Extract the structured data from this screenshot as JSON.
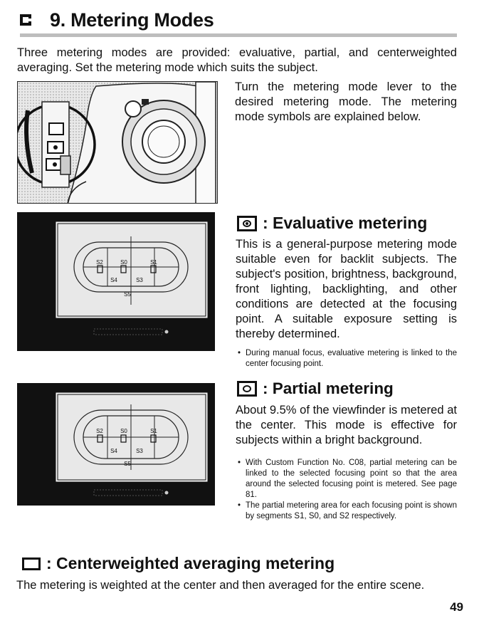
{
  "header": {
    "title": "9. Metering Modes",
    "icon": "mode-square-icon"
  },
  "intro": "Three metering modes are provided: evaluative, partial, and centerweighted averaging. Set the metering mode which suits the subject.",
  "turn_text": "Turn the metering mode lever to the desired metering mode. The metering mode symbols are explained below.",
  "evaluative": {
    "heading": ": Evaluative metering",
    "body": "This is a general-purpose metering mode suitable even for backlit subjects. The subject's position, brightness, background, front lighting, backlighting, and other conditions are detected at the focusing point. A suitable exposure setting is thereby determined.",
    "bullets": [
      "During manual focus, evaluative metering is linked to the center focusing point."
    ]
  },
  "partial": {
    "heading": ": Partial metering",
    "body": "About 9.5% of the viewfinder is metered at the center. This mode is effective for subjects within a bright background.",
    "bullets": [
      "With Custom Function No. C08, partial metering can be linked to the selected focusing point so that the area around the selected focusing point is metered. See page 81.",
      "The partial metering area for each focusing point is shown by segments S1, S0, and S2 respectively."
    ]
  },
  "centerweighted": {
    "heading": ": Centerweighted averaging metering",
    "body": "The metering is weighted at the center and then averaged for the entire scene."
  },
  "viewfinder_labels": {
    "s0": "S0",
    "s1": "S1",
    "s2": "S2",
    "s3": "S3",
    "s4": "S4",
    "s5": "S5"
  },
  "page_number": "49",
  "colors": {
    "text": "#111111",
    "rule": "#bdbdbd",
    "viewfinder_bg": "#111111",
    "screen": "#e8e8e8"
  }
}
